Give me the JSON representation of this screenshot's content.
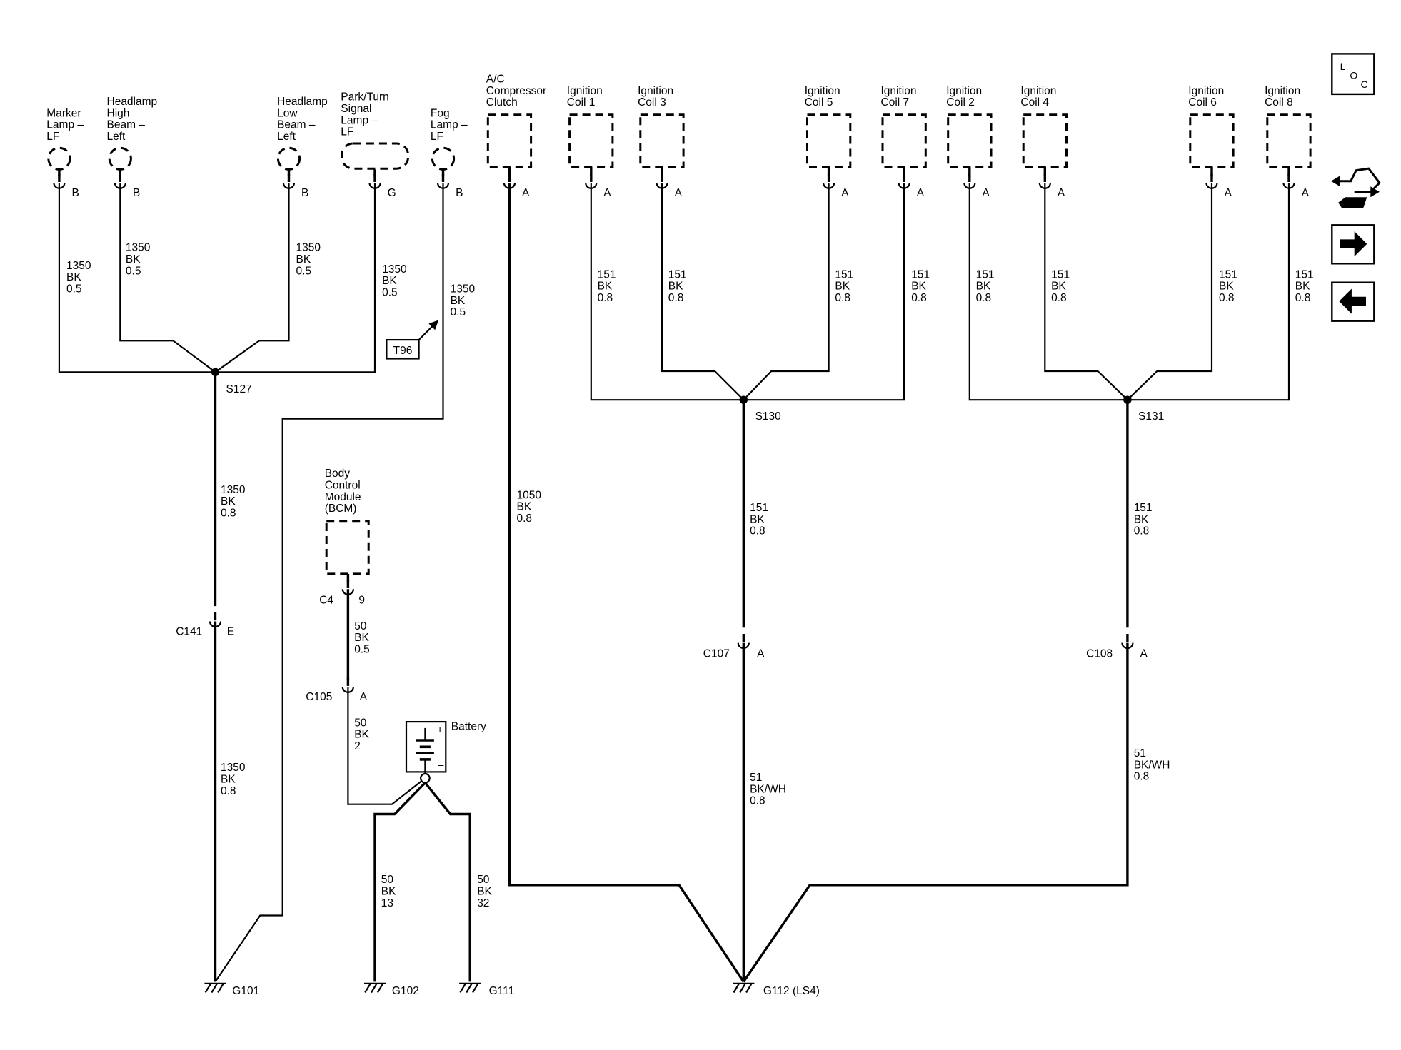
{
  "components": {
    "marker_lamp": "Marker\nLamp –\nLF",
    "headlamp_high": "Headlamp\nHigh\nBeam –\nLeft",
    "headlamp_low": "Headlamp\nLow\nBeam –\nLeft",
    "park_turn": "Park/Turn\nSignal\nLamp –\nLF",
    "fog_lamp": "Fog\nLamp –\nLF",
    "ac_clutch": "A/C\nCompressor\nClutch",
    "coil1": "Ignition\nCoil 1",
    "coil3": "Ignition\nCoil 3",
    "coil5": "Ignition\nCoil 5",
    "coil7": "Ignition\nCoil 7",
    "coil2": "Ignition\nCoil 2",
    "coil4": "Ignition\nCoil 4",
    "coil6": "Ignition\nCoil 6",
    "coil8": "Ignition\nCoil 8",
    "bcm": "Body\nControl\nModule\n(BCM)",
    "battery": "Battery"
  },
  "pins": {
    "marker": "B",
    "high": "B",
    "low": "B",
    "park": "G",
    "fog": "B",
    "ac": "A",
    "coil1": "A",
    "coil3": "A",
    "coil5": "A",
    "coil7": "A",
    "coil2": "A",
    "coil4": "A",
    "coil6": "A",
    "coil8": "A",
    "bcm": "9",
    "bcm_conn": "C4",
    "c141": "E",
    "c105": "A",
    "c107": "A",
    "c108": "A"
  },
  "wires": {
    "marker": "1350\nBK\n0.5",
    "high": "1350\nBK\n0.5",
    "low": "1350\nBK\n0.5",
    "park": "1350\nBK\n0.5",
    "fog": "1350\nBK\n0.5",
    "s127_down": "1350\nBK\n0.8",
    "c141_down": "1350\nBK\n0.8",
    "ac": "1050\nBK\n0.8",
    "coil1": "151\nBK\n0.8",
    "coil3": "151\nBK\n0.8",
    "coil5": "151\nBK\n0.8",
    "coil7": "151\nBK\n0.8",
    "coil2": "151\nBK\n0.8",
    "coil4": "151\nBK\n0.8",
    "coil6": "151\nBK\n0.8",
    "coil8": "151\nBK\n0.8",
    "s130_down": "151\nBK\n0.8",
    "s131_down": "151\nBK\n0.8",
    "c107_down": "51\nBK/WH\n0.8",
    "c108_down": "51\nBK/WH\n0.8",
    "bcm_down": "50\nBK\n0.5",
    "c105_down": "50\nBK\n2",
    "g102": "50\nBK\n13",
    "g111": "50\nBK\n32"
  },
  "splices": {
    "s127": "S127",
    "s130": "S130",
    "s131": "S131"
  },
  "connectors": {
    "c141": "C141",
    "c105": "C105",
    "c107": "C107",
    "c108": "C108"
  },
  "grounds": {
    "g101": "G101",
    "g102": "G102",
    "g111": "G111",
    "g112": "G112 (LS4)"
  },
  "reference": "T96",
  "sidebar": {
    "loc_letters": [
      "L",
      "O",
      "C"
    ],
    "buttons": [
      "loc-icon",
      "harness-icon",
      "arrow-right-icon",
      "arrow-left-icon"
    ]
  }
}
